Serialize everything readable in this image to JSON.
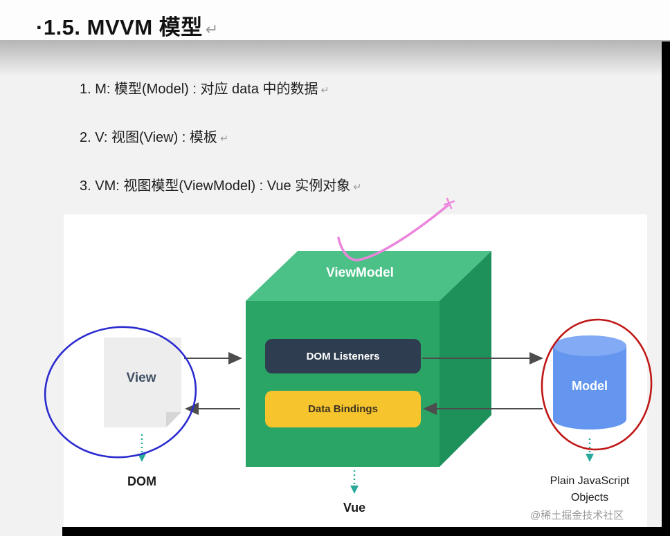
{
  "page": {
    "title": "·1.5. MVVM 模型",
    "return_mark": "↵",
    "watermark": "@稀土掘金技术社区"
  },
  "notes": [
    "1. M: 模型(Model) : 对应 data 中的数据",
    "2. V: 视图(View) : 模板",
    "3. VM: 视图模型(ViewModel) :  Vue 实例对象"
  ],
  "diagram": {
    "cube_label": "ViewModel",
    "boxes": {
      "dom_listeners": "DOM Listeners",
      "data_bindings": "Data Bindings"
    },
    "view_label": "View",
    "model_label": "Model",
    "captions": {
      "view": "DOM",
      "viewmodel": "Vue",
      "model_line1": "Plain JavaScript",
      "model_line2": "Objects"
    },
    "colors": {
      "cube_top": "#4cc187",
      "cube_front": "#2aa565",
      "cube_side": "#1d9159",
      "arrow_gray": "#4d4d4d",
      "dom_listeners_bg": "#2e3d50",
      "data_bindings_bg": "#f6c42d",
      "cylinder_body": "#6496ef",
      "cylinder_top": "#83aaf4",
      "paper": "#ededed",
      "paper_fold": "#d6d6d6",
      "dotted_arrow": "#2aa99a",
      "annotation_blue": "#2b2bd0",
      "annotation_red": "#c01616",
      "annotation_pink": "#ec86dc"
    }
  }
}
